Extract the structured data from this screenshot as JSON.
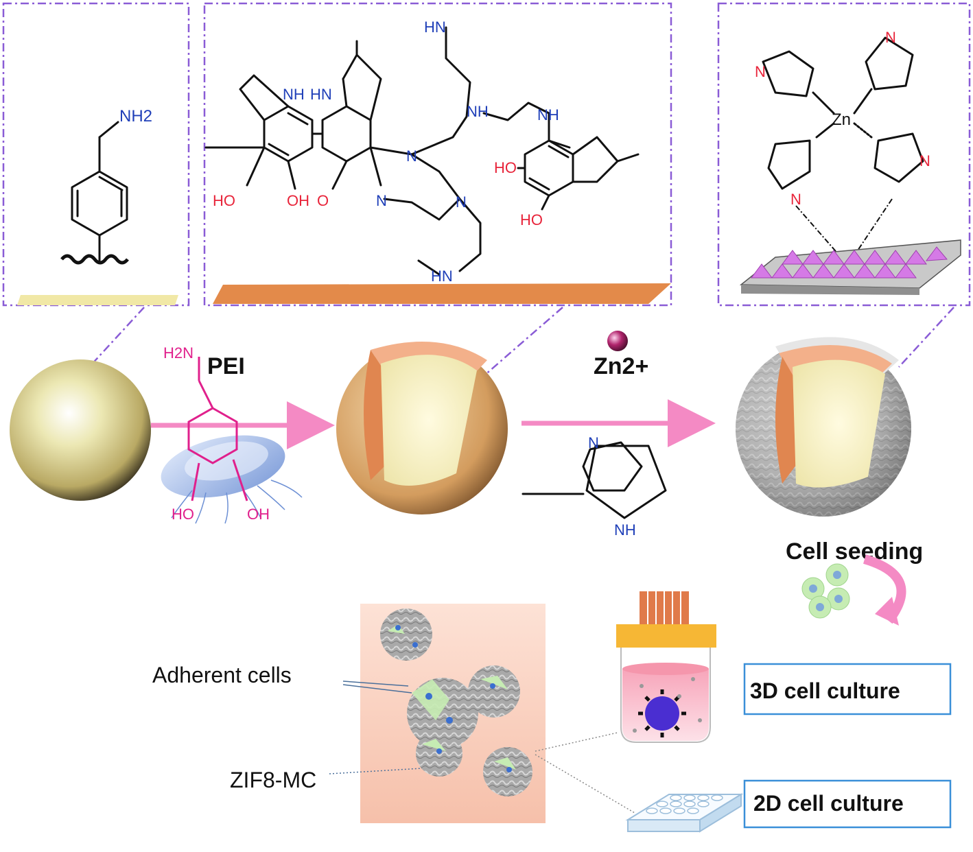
{
  "panels": {
    "left": {
      "amine": "NH2"
    },
    "middle": {
      "nh_labels": [
        "NH",
        "HN",
        "NH",
        "NH",
        "HN",
        "HN"
      ],
      "n_labels": [
        "N",
        "N",
        "N"
      ],
      "oh_labels": [
        "HO",
        "OH",
        "HO",
        "HO"
      ],
      "o_label": "O"
    },
    "right": {
      "metal": "Zn",
      "n_label": "N"
    }
  },
  "steps": {
    "step1": {
      "reagent": "PEI",
      "amine": "H2N",
      "oh_left": "HO",
      "oh_right": "OH"
    },
    "step2": {
      "ion": "Zn2+",
      "imid_n": "N",
      "imid_nh": "NH"
    }
  },
  "labels": {
    "cell_seeding": "Cell seeding",
    "adherent": "Adherent cells",
    "zif8": "ZIF8-MC",
    "culture3d": "3D cell culture",
    "culture2d": "2D cell culture"
  },
  "colors": {
    "panel_border": "#8a5cd6",
    "arrow": "#f48ac4",
    "heteroatom_blue": "#1f3fb8",
    "heteroatom_red": "#e8243a",
    "box_border": "#3a8fd8",
    "substrate_orange": "#e38a4a"
  }
}
